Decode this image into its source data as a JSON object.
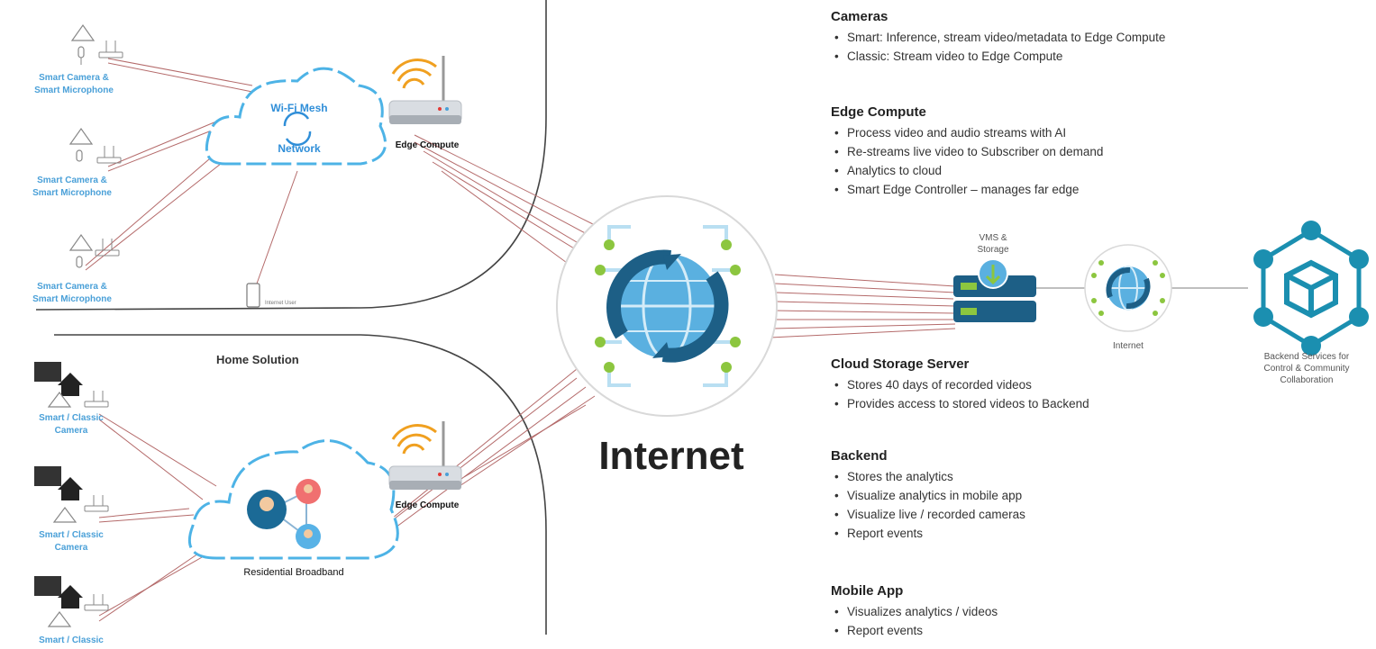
{
  "left_top": {
    "device_labels": [
      "Smart Camera &\nSmart Microphone",
      "Smart Camera &\nSmart Microphone",
      "Smart Camera &\nSmart Microphone"
    ],
    "cloud_label_line1": "Wi-Fi Mesh",
    "cloud_label_line2": "Network",
    "edge_label": "Edge Compute",
    "internet_user_label": "Internet User"
  },
  "left_bottom": {
    "section_title": "Home Solution",
    "device_labels": [
      "Smart / Classic\nCamera",
      "Smart / Classic\nCamera",
      "Smart / Classic"
    ],
    "cloud_label": "Residential Broadband",
    "edge_label": "Edge Compute"
  },
  "center": {
    "internet_label": "Internet"
  },
  "right_diagram": {
    "storage_label": "VMS &\nStorage",
    "internet_label": "Internet",
    "backend_label": "Backend Services for\nControl & Community\nCollaboration"
  },
  "sections": [
    {
      "title": "Cameras",
      "bullets": [
        "Smart: Inference, stream video/metadata to Edge Compute",
        "Classic: Stream video to Edge Compute"
      ]
    },
    {
      "title": "Edge Compute",
      "bullets": [
        "Process video  and audio streams with AI",
        "Re-streams live video to Subscriber on demand",
        "Analytics to cloud",
        "Smart Edge Controller – manages far edge"
      ]
    },
    {
      "title": "Cloud Storage Server",
      "bullets": [
        "Stores 40 days of recorded videos",
        "Provides access to stored videos to Backend"
      ]
    },
    {
      "title": "Backend",
      "bullets": [
        "Stores the analytics",
        "Visualize analytics in mobile app",
        "Visualize live / recorded cameras",
        "Report events"
      ]
    },
    {
      "title": "Mobile App",
      "bullets": [
        "Visualizes analytics / videos",
        "Report events"
      ]
    }
  ],
  "colors": {
    "cloud_outline": "#4db3e6",
    "connector": "#b46a6a",
    "globe_dark": "#1d5f86",
    "accent_green": "#8cc63f",
    "backend_teal": "#1b8fb0",
    "wifi_orange": "#f0a020"
  }
}
